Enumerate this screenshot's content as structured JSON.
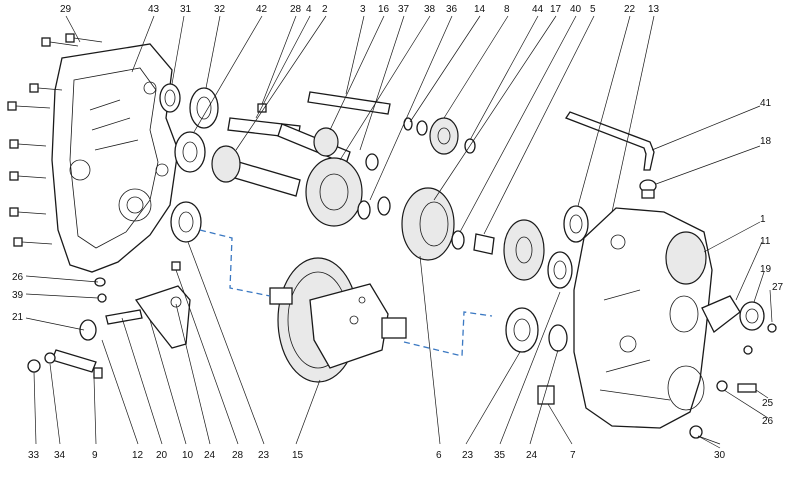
{
  "callouts_top": [
    "29",
    "43",
    "31",
    "32",
    "42",
    "28",
    "4",
    "2",
    "3",
    "16",
    "37",
    "38",
    "36",
    "14",
    "8",
    "44",
    "17",
    "40",
    "5",
    "22",
    "13"
  ],
  "callouts_left": [
    "26",
    "39",
    "21"
  ],
  "callouts_right": [
    "41",
    "18",
    "1",
    "11",
    "19",
    "27",
    "25",
    "26"
  ],
  "callouts_bottom": [
    "33",
    "34",
    "9",
    "12",
    "20",
    "10",
    "24",
    "28",
    "23",
    "15",
    "6",
    "23",
    "35",
    "24",
    "7",
    "30"
  ],
  "colors": {
    "line": "#1a1a1a",
    "assembly_path": "#3a78c2",
    "background": "#ffffff"
  }
}
